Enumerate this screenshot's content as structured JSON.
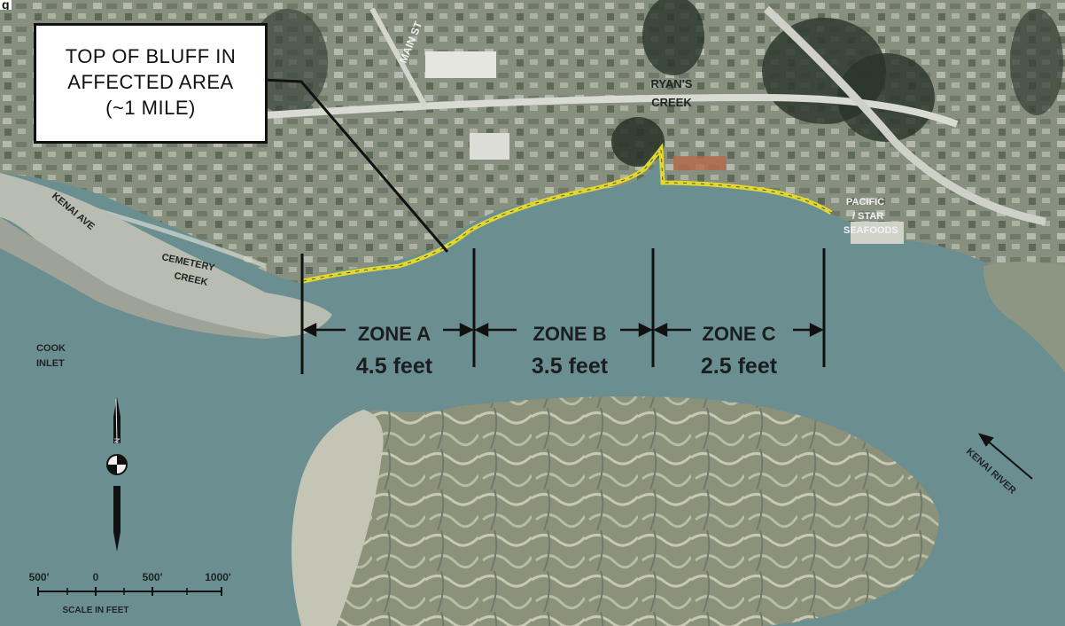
{
  "corner_label": "g",
  "callout": {
    "line1": "TOP OF BLUFF IN",
    "line2": "AFFECTED AREA",
    "line3": "(~1 MILE)"
  },
  "places": {
    "main_st": "MAIN ST",
    "ryans_creek_1": "RYAN'S",
    "ryans_creek_2": "CREEK",
    "pacific_1": "PACIFIC",
    "pacific_2": "/ STAR",
    "pacific_3": "SEAFOODS",
    "kenai_ave": "KENAI AVE",
    "cemetery_1": "CEMETERY",
    "cemetery_2": "CREEK",
    "cook_1": "COOK",
    "cook_2": "INLET",
    "kenai_river": "KENAI RIVER"
  },
  "zones": [
    {
      "name": "ZONE A",
      "value": "4.5 feet"
    },
    {
      "name": "ZONE B",
      "value": "3.5 feet"
    },
    {
      "name": "ZONE C",
      "value": "2.5 feet"
    }
  ],
  "scale": {
    "ticks": [
      "500'",
      "0",
      "500'",
      "1000'"
    ],
    "caption": "SCALE IN FEET"
  },
  "compass_letter": "N",
  "colors": {
    "water": "#6f9395",
    "bluff_line": "#e0d830",
    "land": "#9fa58e"
  }
}
